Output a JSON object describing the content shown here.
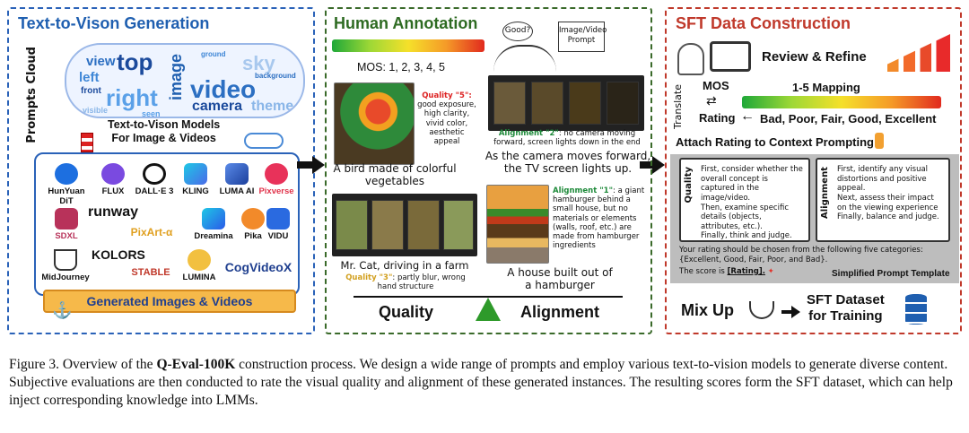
{
  "panel1": {
    "title": "Text-to-Vison Generation",
    "cloud_label": "Prompts Cloud",
    "cloud_words": [
      "view",
      "top",
      "left",
      "right",
      "image",
      "video",
      "camera",
      "theme",
      "sky",
      "front",
      "seen",
      "ground",
      "visible",
      "background"
    ],
    "models_label": "Text-to-Vison Models\nFor Image & Videos",
    "models": [
      "HunYuan DiT",
      "FLUX",
      "DALL·E 3",
      "KLING",
      "LUMA AI",
      "Pixverse",
      "SDXL",
      "runway",
      "PixArt-α",
      "Dreamina",
      "Pika",
      "VIDU",
      "MidJourney",
      "KOLORS",
      "STABLE",
      "LUMINA",
      "CogVideoX"
    ],
    "banner": "Generated Images & Videos"
  },
  "panel2": {
    "title": "Human Annotation",
    "mos": "MOS: 1, 2, 3, 4, 5",
    "bubble": "Good?",
    "prompt_label": "Image/Video\nPrompt",
    "q5_head": "Quality \"5\":",
    "q5_body": "good exposure, high clarity, vivid color, aesthetic appeal",
    "bird_caption": "A bird made of colorful vegetables",
    "a2_head": "Alignment \"2\"",
    "a2_body": ": no camera moving forward, screen lights down in the end",
    "tv_caption": "As the camera moves forward, the TV screen lights up.",
    "cat_caption": "Mr. Cat, driving in a farm",
    "q3_head": "Quality \"3\"",
    "q3_body": ": partly blur, wrong hand structure",
    "a1_head": "Alignment \"1\"",
    "a1_body": ": a giant hamburger behind a small house, but no materials or elements (walls, roof, etc.) are made from hamburger ingredients",
    "house_caption": "A house built out of a hamburger",
    "scale_left": "Quality",
    "scale_right": "Alignment"
  },
  "panel3": {
    "title": "SFT Data Construction",
    "review": "Review & Refine",
    "translate": "Translate",
    "mos": "MOS",
    "mapping": "1-5 Mapping",
    "rating": "Rating",
    "levels": "Bad, Poor, Fair, Good, Excellent",
    "attach": "Attach Rating to Context Prompting",
    "quality_label": "Quality",
    "quality_text": [
      "First, consider whether the overall concept is captured in the image/video.",
      "Then, examine specific details (objects, attributes, etc.).",
      "Finally, think and judge."
    ],
    "alignment_label": "Alignment",
    "alignment_text": [
      "First, identify any visual distortions and positive appeal.",
      "Next, assess their impact on the viewing experience",
      "Finally, balance and judge."
    ],
    "rating_instr": "Your rating should be chosen from the following five categories: {Excellent, Good, Fair, Poor, and Bad}.",
    "score_is": "The score is",
    "score_tag": "[Rating].",
    "template": "Simplified Prompt Template",
    "mixup": "Mix Up",
    "dataset": "SFT Dataset\nfor Training"
  },
  "caption": {
    "prefix": "Figure 3.  Overview of the ",
    "bold": "Q-Eval-100K",
    "rest": " construction process.  We design a wide range of prompts and employ various text-to-vision models to generate diverse content. Subjective evaluations are then conducted to rate the visual quality and alignment of these generated instances. The resulting scores form the SFT dataset, which can help inject corresponding knowledge into LMMs."
  },
  "colors": {
    "blue": "#2a62b8",
    "green": "#3a6a2a",
    "red": "#c0392b",
    "orange": "#f6b94a"
  }
}
